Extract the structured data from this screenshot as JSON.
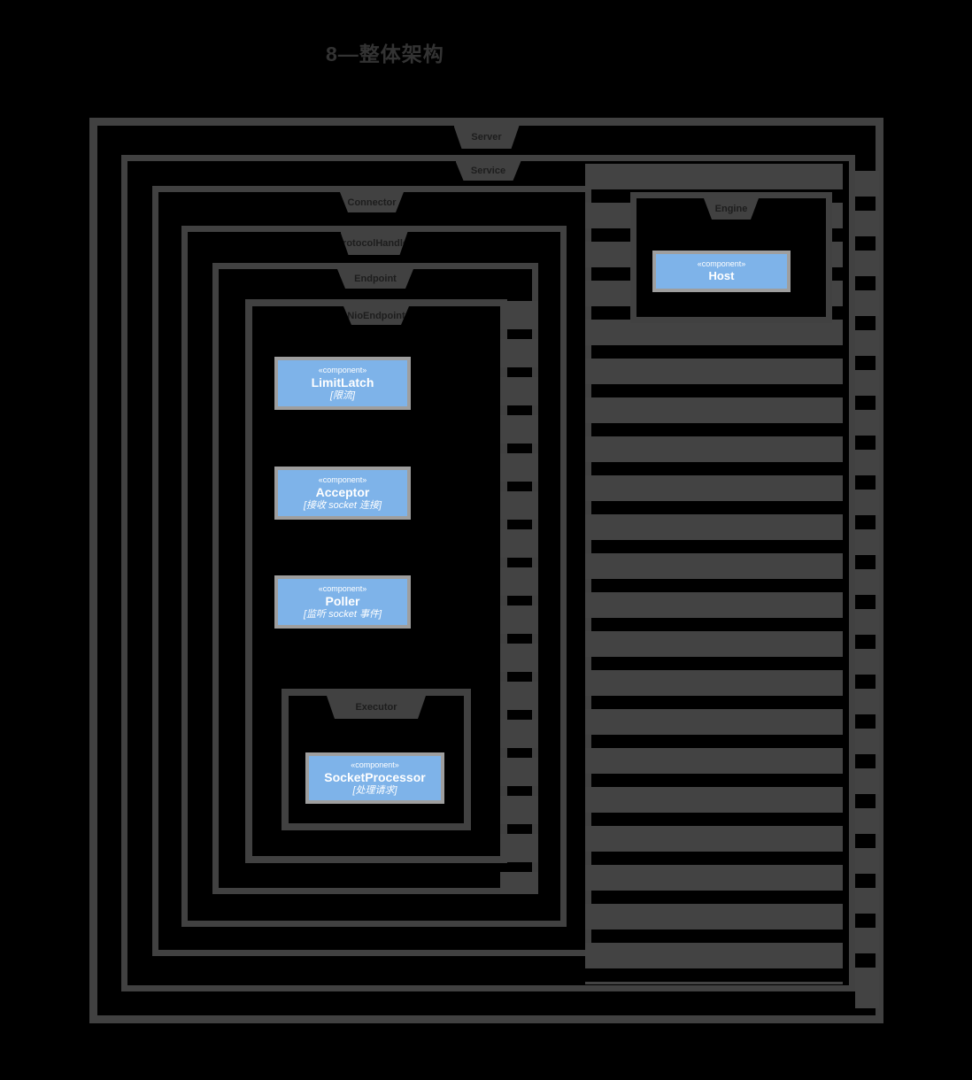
{
  "title": "8—整体架构",
  "colors": {
    "bg": "#000000",
    "line": "#414141",
    "stripe": "#434343",
    "tabtext": "#1d1d1d",
    "title": "#333333",
    "compfill": "#7eb3e9",
    "compborder": "#9e9e9e",
    "comptext": "#ffffff"
  },
  "containers": {
    "server": {
      "label": "Server"
    },
    "service": {
      "label": "Service"
    },
    "connector": {
      "label": "Connector"
    },
    "protocol_handler": {
      "label": "ProtocolHandler"
    },
    "endpoint": {
      "label": "Endpoint"
    },
    "nio_endpoint": {
      "label": "NioEndpoint"
    },
    "executor": {
      "label": "Executor"
    },
    "engine": {
      "label": "Engine"
    }
  },
  "components": {
    "stereotype": "«component»",
    "limit_latch": {
      "name": "LimitLatch",
      "note": "[限流]"
    },
    "acceptor": {
      "name": "Acceptor",
      "note": "[接收 socket 连接]"
    },
    "poller": {
      "name": "Poller",
      "note": "[监听 socket 事件]"
    },
    "socket_processor": {
      "name": "SocketProcessor",
      "note": "[处理请求]"
    },
    "host": {
      "name": "Host"
    }
  }
}
